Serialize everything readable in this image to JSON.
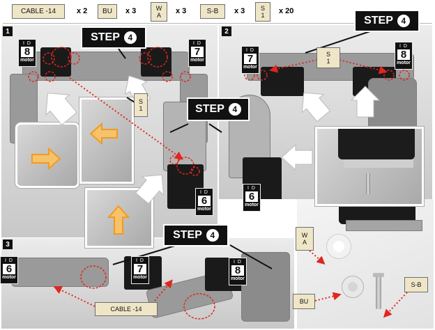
{
  "parts": [
    {
      "label": "CABLE -14",
      "qty": "x 2"
    },
    {
      "label": "BU",
      "qty": "x 3"
    },
    {
      "label_line1": "W",
      "label_line2": "A",
      "qty": "x 3"
    },
    {
      "label": "S-B",
      "qty": "x 3"
    },
    {
      "label_line1": "S",
      "label_line2": "1",
      "qty": "x 20"
    }
  ],
  "panels": {
    "p1": {
      "number": "1"
    },
    "p2": {
      "number": "2"
    },
    "p3": {
      "number": "3"
    }
  },
  "step": {
    "text": "STEP",
    "number": "4"
  },
  "ids": {
    "id_label": "I D",
    "motor_label": "motor",
    "m8": "8",
    "m7": "7",
    "m6": "6"
  },
  "callouts": {
    "s1_line1": "S",
    "s1_line2": "1",
    "cable": "CABLE -14",
    "wa_line1": "W",
    "wa_line2": "A",
    "bu": "BU",
    "sb": "S-B"
  },
  "colors": {
    "red_marker": "#e0261d",
    "orange_arrow": "#f39a1e",
    "tag_bg": "#efe6c8"
  }
}
